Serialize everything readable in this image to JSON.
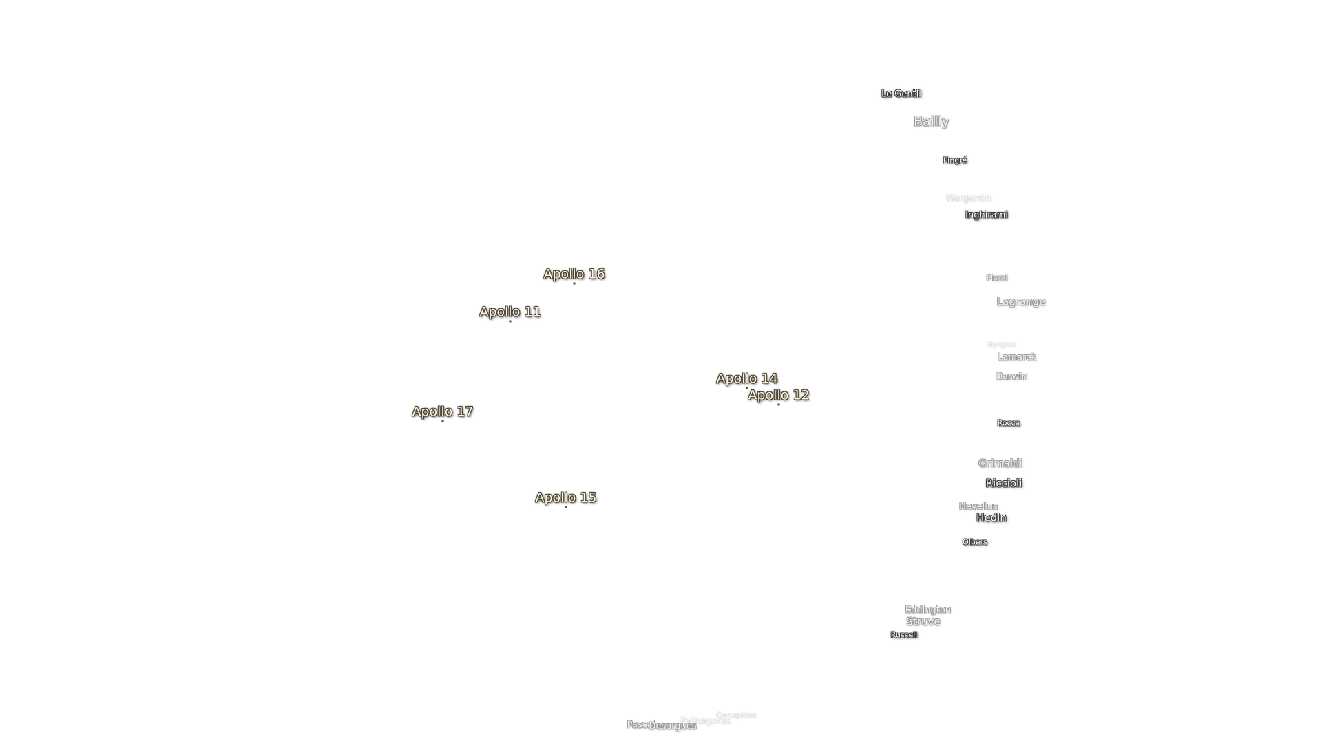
{
  "landing_sites": [
    {
      "id": "apollo-16",
      "label": "Apollo 16"
    },
    {
      "id": "apollo-11",
      "label": "Apollo 11"
    },
    {
      "id": "apollo-14",
      "label": "Apollo 14"
    },
    {
      "id": "apollo-12",
      "label": "Apollo 12"
    },
    {
      "id": "apollo-17",
      "label": "Apollo 17"
    },
    {
      "id": "apollo-15",
      "label": "Apollo 15"
    }
  ],
  "craters": [
    {
      "id": "le-gentil",
      "label": "Le Gentil"
    },
    {
      "id": "bailly",
      "label": "Bailly"
    },
    {
      "id": "pingre",
      "label": "Pingré"
    },
    {
      "id": "wargentin",
      "label": "Wargentin"
    },
    {
      "id": "inghirami",
      "label": "Inghirami"
    },
    {
      "id": "piazzi",
      "label": "Piazzi"
    },
    {
      "id": "lagrange",
      "label": "Lagrange"
    },
    {
      "id": "byrgius",
      "label": "Byrgius"
    },
    {
      "id": "lamarck",
      "label": "Lamarck"
    },
    {
      "id": "darwin",
      "label": "Darwin"
    },
    {
      "id": "rocca",
      "label": "Rocca"
    },
    {
      "id": "grimaldi",
      "label": "Grimaldi"
    },
    {
      "id": "riccioli",
      "label": "Riccioli"
    },
    {
      "id": "hevelius",
      "label": "Hevelius"
    },
    {
      "id": "hedin",
      "label": "Hedin"
    },
    {
      "id": "olbers",
      "label": "Olbers"
    },
    {
      "id": "eddington",
      "label": "Eddington"
    },
    {
      "id": "struve",
      "label": "Struve"
    },
    {
      "id": "russell",
      "label": "Russell"
    },
    {
      "id": "oenopides",
      "label": "Oenopides"
    },
    {
      "id": "pythagoras",
      "label": "Pythagoras"
    },
    {
      "id": "pascal",
      "label": "Pascal"
    },
    {
      "id": "desargues",
      "label": "Desargues"
    }
  ]
}
